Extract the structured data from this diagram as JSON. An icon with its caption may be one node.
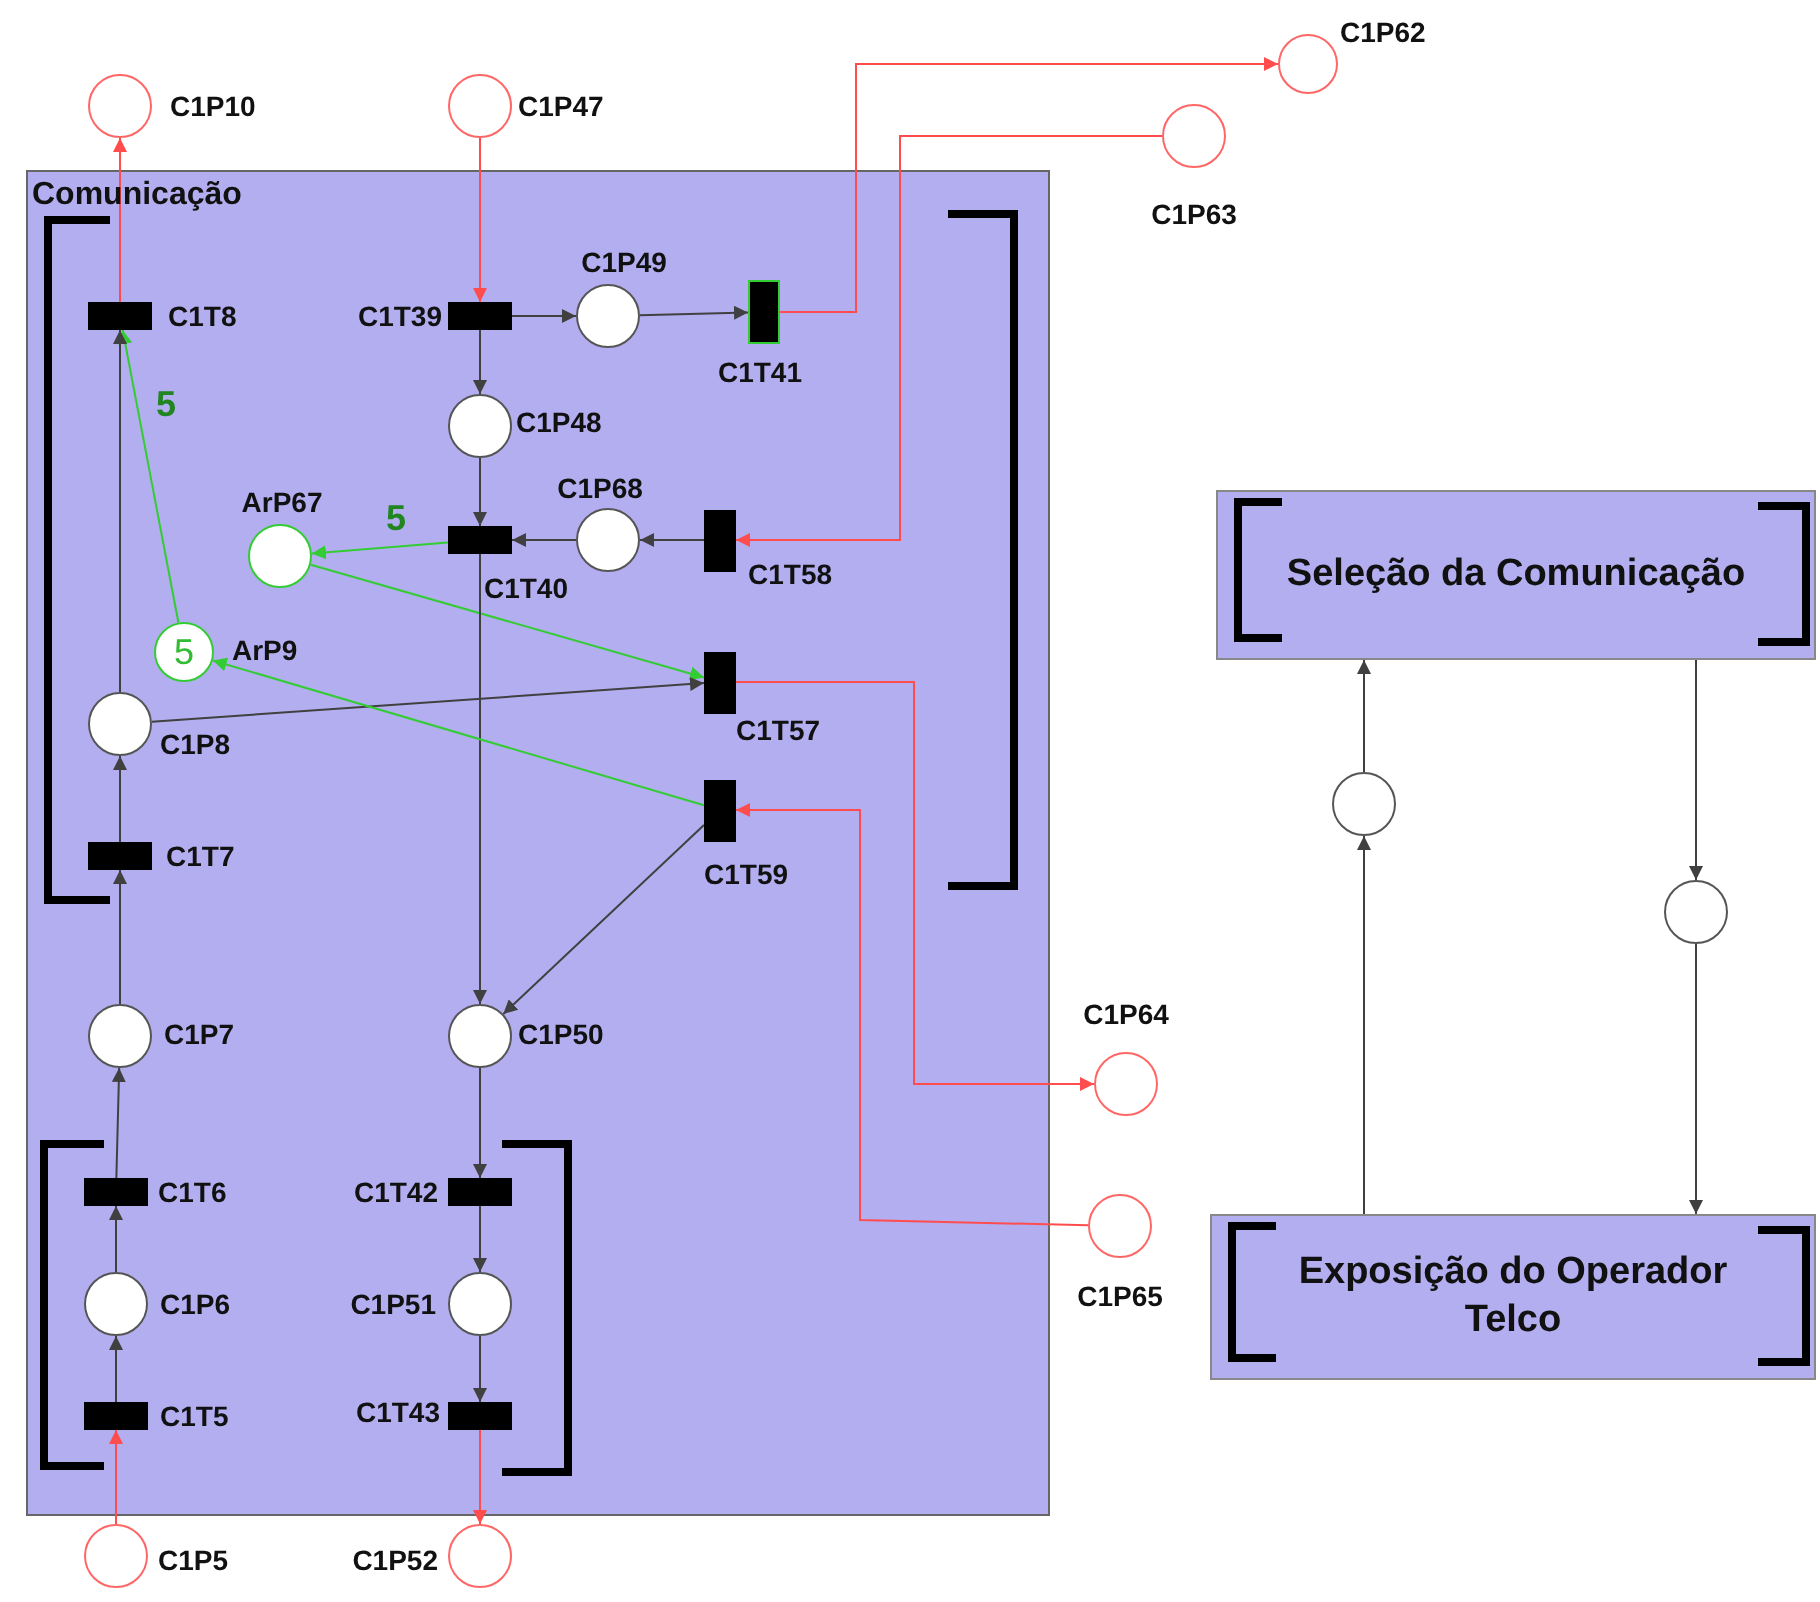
{
  "diagram": {
    "nodes": [
      {
        "text": [
          "Comunicação"
        ]
      },
      {
        "text": [
          "C1P10"
        ]
      },
      {
        "text": [
          "C1P47"
        ]
      },
      {
        "text": [
          "C1P62"
        ]
      },
      {
        "text": [
          "C1P63"
        ]
      },
      {
        "text": [
          "C1T8"
        ],
        "in": 0
      },
      {
        "text": [
          "C1T39"
        ],
        "in": 0
      },
      {
        "text": [
          "C1P49"
        ],
        "in": 0
      },
      {
        "text": [
          "C1T41"
        ],
        "in": 0
      },
      {
        "text": [
          "C1P48"
        ],
        "in": 0
      },
      {
        "text": [
          "ArP67"
        ],
        "in": 0
      },
      {
        "text": [
          "C1T40"
        ],
        "in": 0
      },
      {
        "text": [
          "C1P68"
        ],
        "in": 0
      },
      {
        "text": [
          "C1T58"
        ],
        "in": 0
      },
      {
        "text": [
          "5",
          "ArP9"
        ],
        "in": 0
      },
      {
        "text": [
          "C1P8"
        ],
        "in": 0
      },
      {
        "text": [
          "C1T57"
        ],
        "in": 0
      },
      {
        "text": [
          "C1T59"
        ],
        "in": 0
      },
      {
        "text": [
          "C1T7"
        ],
        "in": 0
      },
      {
        "text": [
          "Seleção da Comunicação"
        ]
      },
      {
        "text": [],
        "shape": "circle"
      },
      {
        "text": [],
        "shape": "circle"
      },
      {
        "text": [
          "C1P7"
        ],
        "in": 0
      },
      {
        "text": [
          "C1P50"
        ],
        "in": 0
      },
      {
        "text": [
          "C1P64"
        ]
      },
      {
        "text": [
          "C1T6"
        ],
        "in": 0
      },
      {
        "text": [
          "C1T42"
        ],
        "in": 0
      },
      {
        "text": [
          "Exposição do Operador Telco"
        ]
      },
      {
        "text": [
          "C1P65"
        ]
      },
      {
        "text": [
          "C1P6"
        ],
        "in": 0
      },
      {
        "text": [
          "C1P51"
        ],
        "in": 0
      },
      {
        "text": [
          "C1T5"
        ],
        "in": 0
      },
      {
        "text": [
          "C1T43"
        ],
        "in": 0
      },
      {
        "text": [
          "C1P5"
        ]
      },
      {
        "text": [
          "C1P52"
        ]
      }
    ],
    "edges": [
      {
        "from": 5,
        "to": 1,
        "arrow": "to",
        "color": "#ff4d4d"
      },
      {
        "from": 2,
        "to": 6,
        "arrow": "to",
        "color": "#ff4d4d"
      },
      {
        "from": 6,
        "to": 7,
        "arrow": "to"
      },
      {
        "from": 7,
        "to": 8,
        "arrow": "to"
      },
      {
        "from": 8,
        "to": 3,
        "arrow": "to",
        "color": "#ff4d4d"
      },
      {
        "from": 4,
        "to": 13,
        "arrow": "to",
        "color": "#ff4d4d"
      },
      {
        "from": 6,
        "to": 9,
        "arrow": "to"
      },
      {
        "from": 9,
        "to": 11,
        "arrow": "to"
      },
      {
        "from": 13,
        "to": 12,
        "arrow": "to"
      },
      {
        "from": 12,
        "to": 11,
        "arrow": "to"
      },
      {
        "from": 11,
        "to": 10,
        "arrow": "to",
        "label": "5",
        "color": "#33cc33"
      },
      {
        "from": 10,
        "to": 16,
        "arrow": "to",
        "color": "#33cc33"
      },
      {
        "from": 11,
        "to": 23,
        "arrow": "to"
      },
      {
        "from": 15,
        "to": 16,
        "arrow": "to"
      },
      {
        "from": 16,
        "to": 24,
        "arrow": "to",
        "color": "#ff4d4d"
      },
      {
        "from": 28,
        "to": 17,
        "arrow": "to",
        "color": "#ff4d4d"
      },
      {
        "from": 17,
        "to": 14,
        "arrow": "to",
        "color": "#33cc33"
      },
      {
        "from": 14,
        "to": 5,
        "arrow": "to",
        "label": "5",
        "color": "#33cc33"
      },
      {
        "from": 17,
        "to": 23,
        "arrow": "to"
      },
      {
        "from": 15,
        "to": 5,
        "arrow": "to"
      },
      {
        "from": 18,
        "to": 15,
        "arrow": "to"
      },
      {
        "from": 22,
        "to": 18,
        "arrow": "to"
      },
      {
        "from": 25,
        "to": 22,
        "arrow": "to"
      },
      {
        "from": 29,
        "to": 25,
        "arrow": "to"
      },
      {
        "from": 31,
        "to": 29,
        "arrow": "to"
      },
      {
        "from": 33,
        "to": 31,
        "arrow": "to",
        "color": "#ff4d4d"
      },
      {
        "from": 23,
        "to": 26,
        "arrow": "to"
      },
      {
        "from": 26,
        "to": 30,
        "arrow": "to"
      },
      {
        "from": 30,
        "to": 32,
        "arrow": "to"
      },
      {
        "from": 32,
        "to": 34,
        "arrow": "to",
        "color": "#ff4d4d"
      },
      {
        "from": 27,
        "to": 20,
        "arrow": "to"
      },
      {
        "from": 20,
        "to": 19,
        "arrow": "to"
      },
      {
        "from": 19,
        "to": 21,
        "arrow": "to"
      },
      {
        "from": 21,
        "to": 27,
        "arrow": "to"
      }
    ]
  }
}
